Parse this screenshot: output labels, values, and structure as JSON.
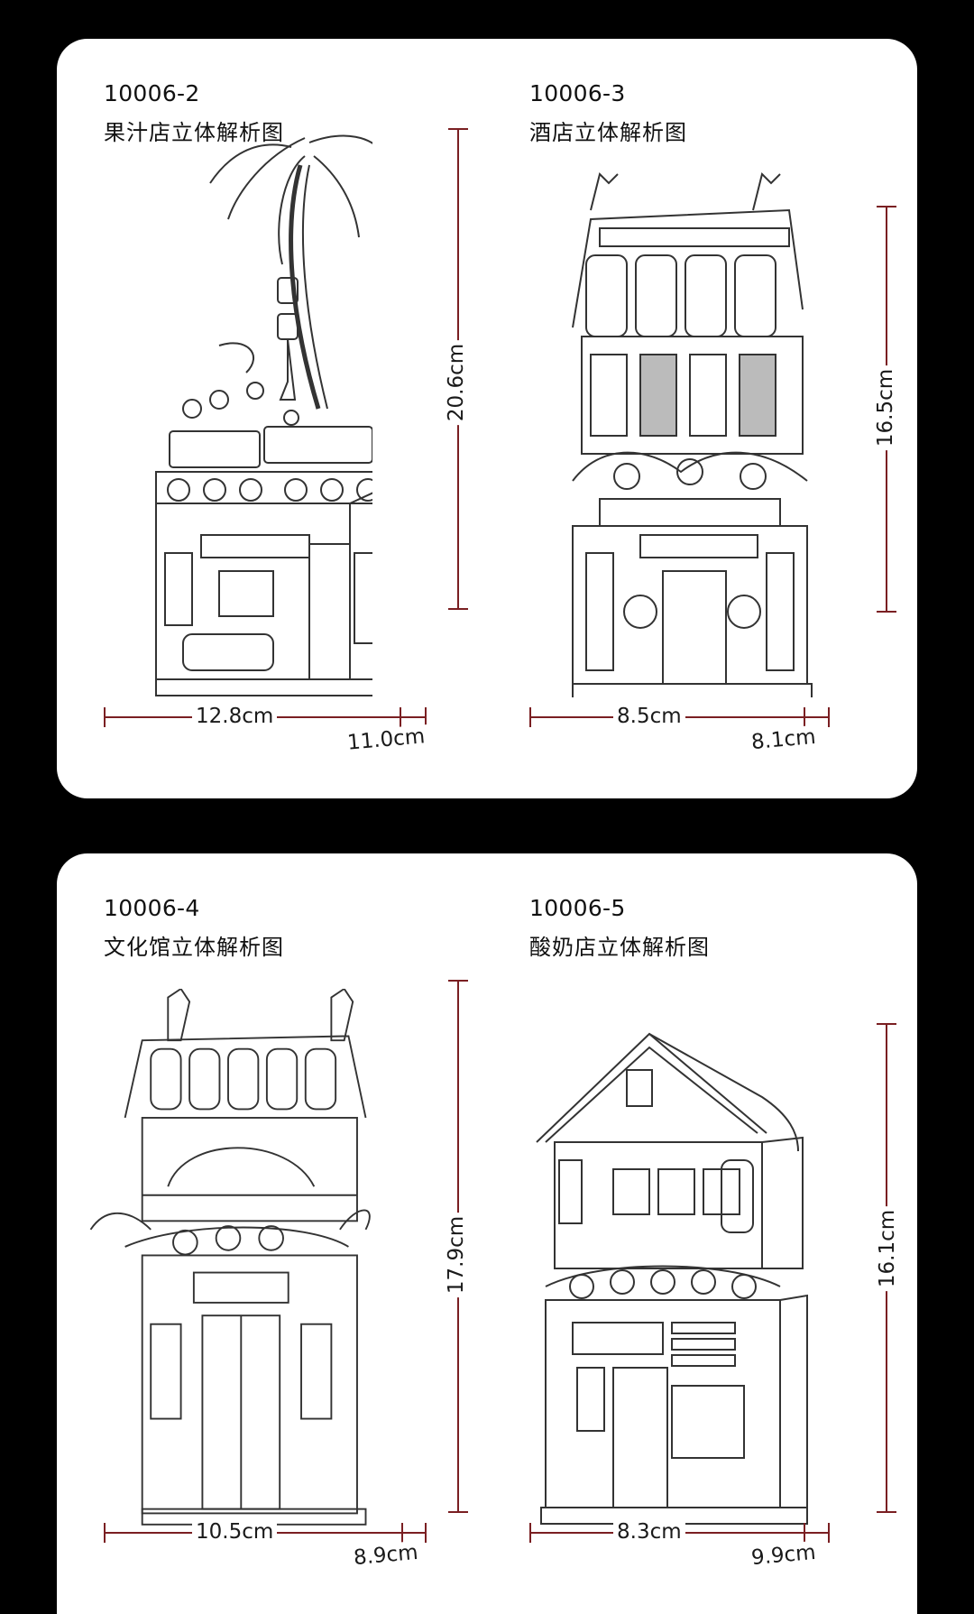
{
  "models": [
    {
      "code": "10006-2",
      "name": "果汁店立体解析图",
      "width": "12.8cm",
      "depth": "11.0cm",
      "height": "20.6cm"
    },
    {
      "code": "10006-3",
      "name": "酒店立体解析图",
      "width": "8.5cm",
      "depth": "8.1cm",
      "height": "16.5cm"
    },
    {
      "code": "10006-4",
      "name": "文化馆立体解析图",
      "width": "10.5cm",
      "depth": "8.9cm",
      "height": "17.9cm"
    },
    {
      "code": "10006-5",
      "name": "酸奶店立体解析图",
      "width": "8.3cm",
      "depth": "9.9cm",
      "height": "16.1cm"
    }
  ],
  "colors": {
    "background": "#000000",
    "card": "#ffffff",
    "dimension_line": "#7a1f22"
  }
}
